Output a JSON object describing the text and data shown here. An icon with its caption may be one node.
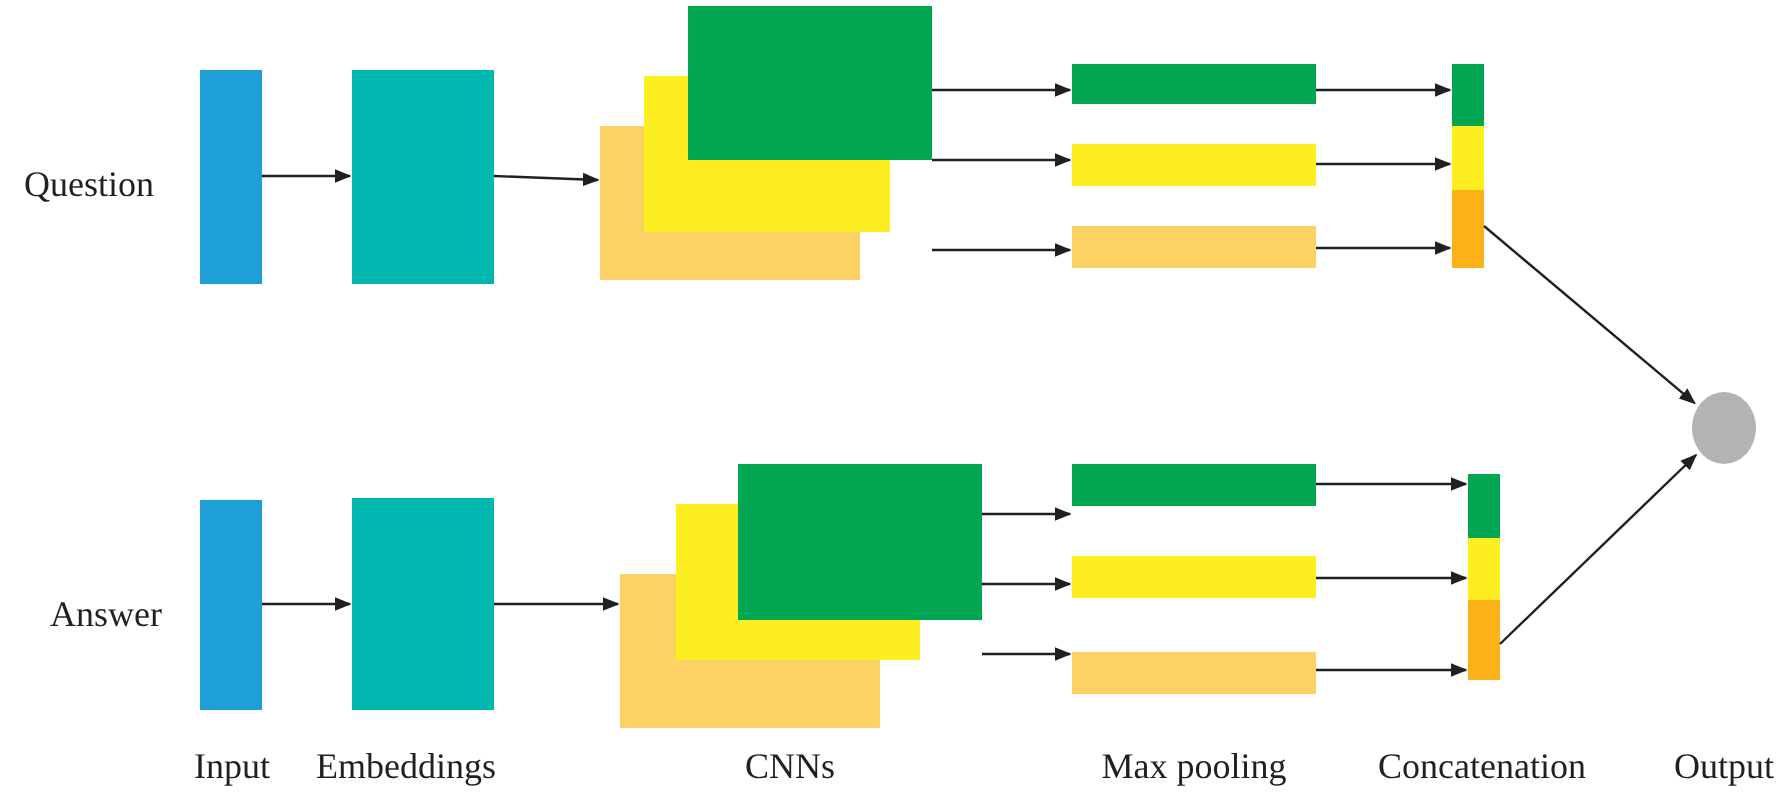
{
  "diagram": {
    "nodes": [
      {
        "text": [],
        "shape": "box"
      },
      {
        "text": [],
        "shape": "box"
      },
      {
        "text": [],
        "shape": "box"
      },
      {
        "text": [],
        "shape": "box"
      },
      {
        "text": [],
        "shape": "box"
      },
      {
        "text": [],
        "shape": "box"
      },
      {
        "text": [],
        "shape": "box"
      },
      {
        "text": [],
        "shape": "box"
      },
      {
        "text": [],
        "shape": "box"
      },
      {
        "text": [],
        "shape": "circle"
      },
      {
        "text": [],
        "shape": "box"
      },
      {
        "text": [],
        "shape": "box"
      },
      {
        "text": [],
        "shape": "box"
      },
      {
        "text": [],
        "shape": "box"
      },
      {
        "text": [],
        "shape": "box"
      },
      {
        "text": [],
        "shape": "box"
      },
      {
        "text": [],
        "shape": "box"
      },
      {
        "text": [],
        "shape": "box"
      },
      {
        "text": [],
        "shape": "box"
      }
    ],
    "edges": [
      {
        "from": 0,
        "to": 1,
        "arrow": "to"
      },
      {
        "from": 1,
        "to": 2,
        "arrow": "to"
      },
      {
        "from": 2,
        "to": 3,
        "arrow": "to"
      },
      {
        "from": 2,
        "to": 4,
        "arrow": "to"
      },
      {
        "from": 2,
        "to": 5,
        "arrow": "to"
      },
      {
        "from": 3,
        "to": 6,
        "arrow": "to"
      },
      {
        "from": 4,
        "to": 7,
        "arrow": "to"
      },
      {
        "from": 5,
        "to": 8,
        "arrow": "to"
      },
      {
        "from": 8,
        "to": 9,
        "arrow": "to"
      },
      {
        "from": 10,
        "to": 11,
        "arrow": "to"
      },
      {
        "from": 11,
        "to": 12,
        "arrow": "to"
      },
      {
        "from": 12,
        "to": 13,
        "arrow": "to"
      },
      {
        "from": 12,
        "to": 14,
        "arrow": "to"
      },
      {
        "from": 12,
        "to": 15,
        "arrow": "to"
      },
      {
        "from": 13,
        "to": 16,
        "arrow": "to"
      },
      {
        "from": 14,
        "to": 17,
        "arrow": "to"
      },
      {
        "from": 15,
        "to": 18,
        "arrow": "to"
      },
      {
        "from": 18,
        "to": 9,
        "arrow": "to"
      }
    ],
    "labels": [
      "Question",
      "Answer",
      "Input",
      "Embeddings",
      "CNNs",
      "Max pooling",
      "Concatenation",
      "Output"
    ]
  }
}
